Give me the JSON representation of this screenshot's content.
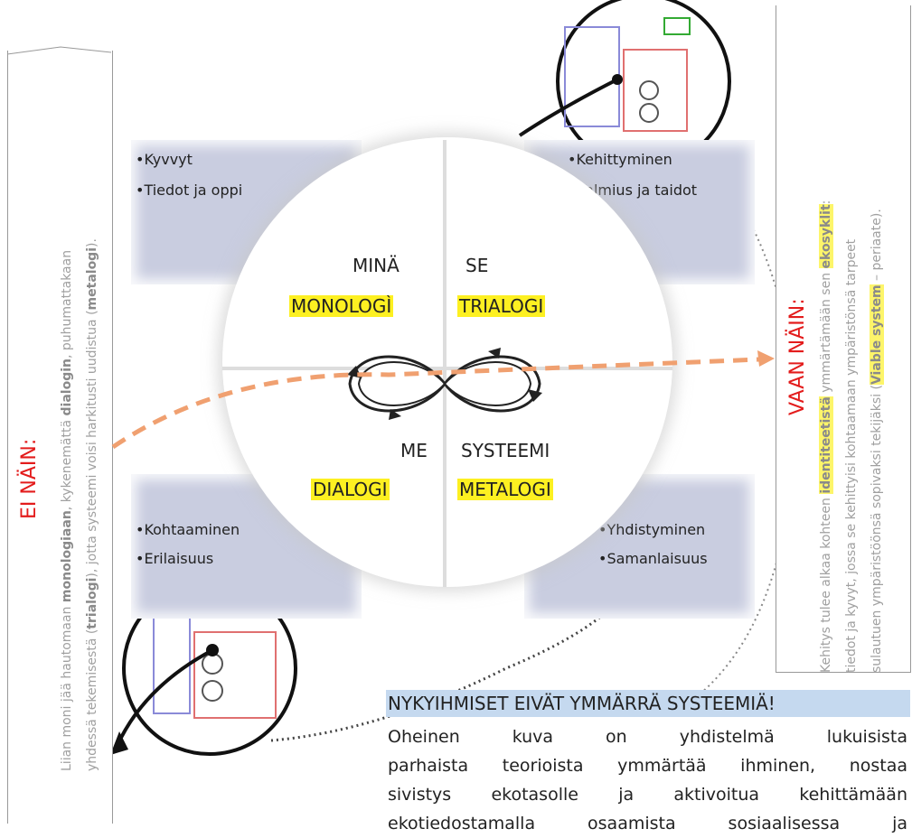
{
  "left_panel": {
    "heading": "EI NÄIN:",
    "line1": {
      "pre": "Liian moni jää hautomaan ",
      "b1": "monologiaan",
      "mid": ", kykenemättä ",
      "b2": "dialogin",
      "post": ", puhumattakaan"
    },
    "line2": {
      "pre": "yhdessä tekemisestä (",
      "b1": "trialogi",
      "mid": "), jotta systeemi voisi harkitusti uudistua (",
      "b2": "metalogi",
      "post": ")."
    }
  },
  "right_panel": {
    "heading": "VAAN NÄIN:",
    "line1": {
      "pre": "Kehitys tulee alkaa kohteen ",
      "hl1": "identiteetistä",
      "mid": " ymmärtämään sen ",
      "hl2": "ekosyklit",
      "post": ":"
    },
    "line2": "tiedot ja kyvyt, jossa se kehittyisi kohtaamaan ympäristönsä tarpeet",
    "line3": {
      "pre": "sulautuen ympäristöönsä sopivaksi tekijäksi (",
      "hl": "Viable system",
      "post": " – periaate)."
    }
  },
  "quadrants": {
    "top_left": [
      "•Kyvvyt",
      "•Tiedot ja oppi"
    ],
    "top_right": [
      "•Kehittyminen",
      "•Valmius ja taidot"
    ],
    "bottom_left": [
      "•Kohtaaminen",
      "•Erilaisuus"
    ],
    "bottom_right": [
      "•Yhdistyminen",
      "•Samanlaisuus"
    ]
  },
  "center": {
    "tl_label": "MINÄ",
    "tl_logo": "MONOLOGÌ",
    "tr_label": "SE",
    "tr_logo": "TRIALOGI",
    "bl_label": "ME",
    "bl_logo": "DIALOGI",
    "br_label": "SYSTEEMI",
    "br_logo": "METALOGI"
  },
  "bottom": {
    "heading": "NYKYIHMISET EIVÄT YMMÄRRÄ SYSTEEMIÄ!",
    "lines": [
      "Oheinen kuva on yhdistelmä lukuisista",
      "parhaista teorioista ymmärtää ihminen, nostaa",
      "sivistys ekotasolle ja aktivoitua kehittämään",
      "ekotiedostamalla osaamista sosiaalisessa ja"
    ]
  },
  "colors": {
    "heading_red": "#e31c1c",
    "highlight_yellow": "#fdf021",
    "quadrant_blue": "#c9cde0",
    "arrow_orange": "#f0a070",
    "bottom_heading_bg": "#c5d9ef"
  }
}
